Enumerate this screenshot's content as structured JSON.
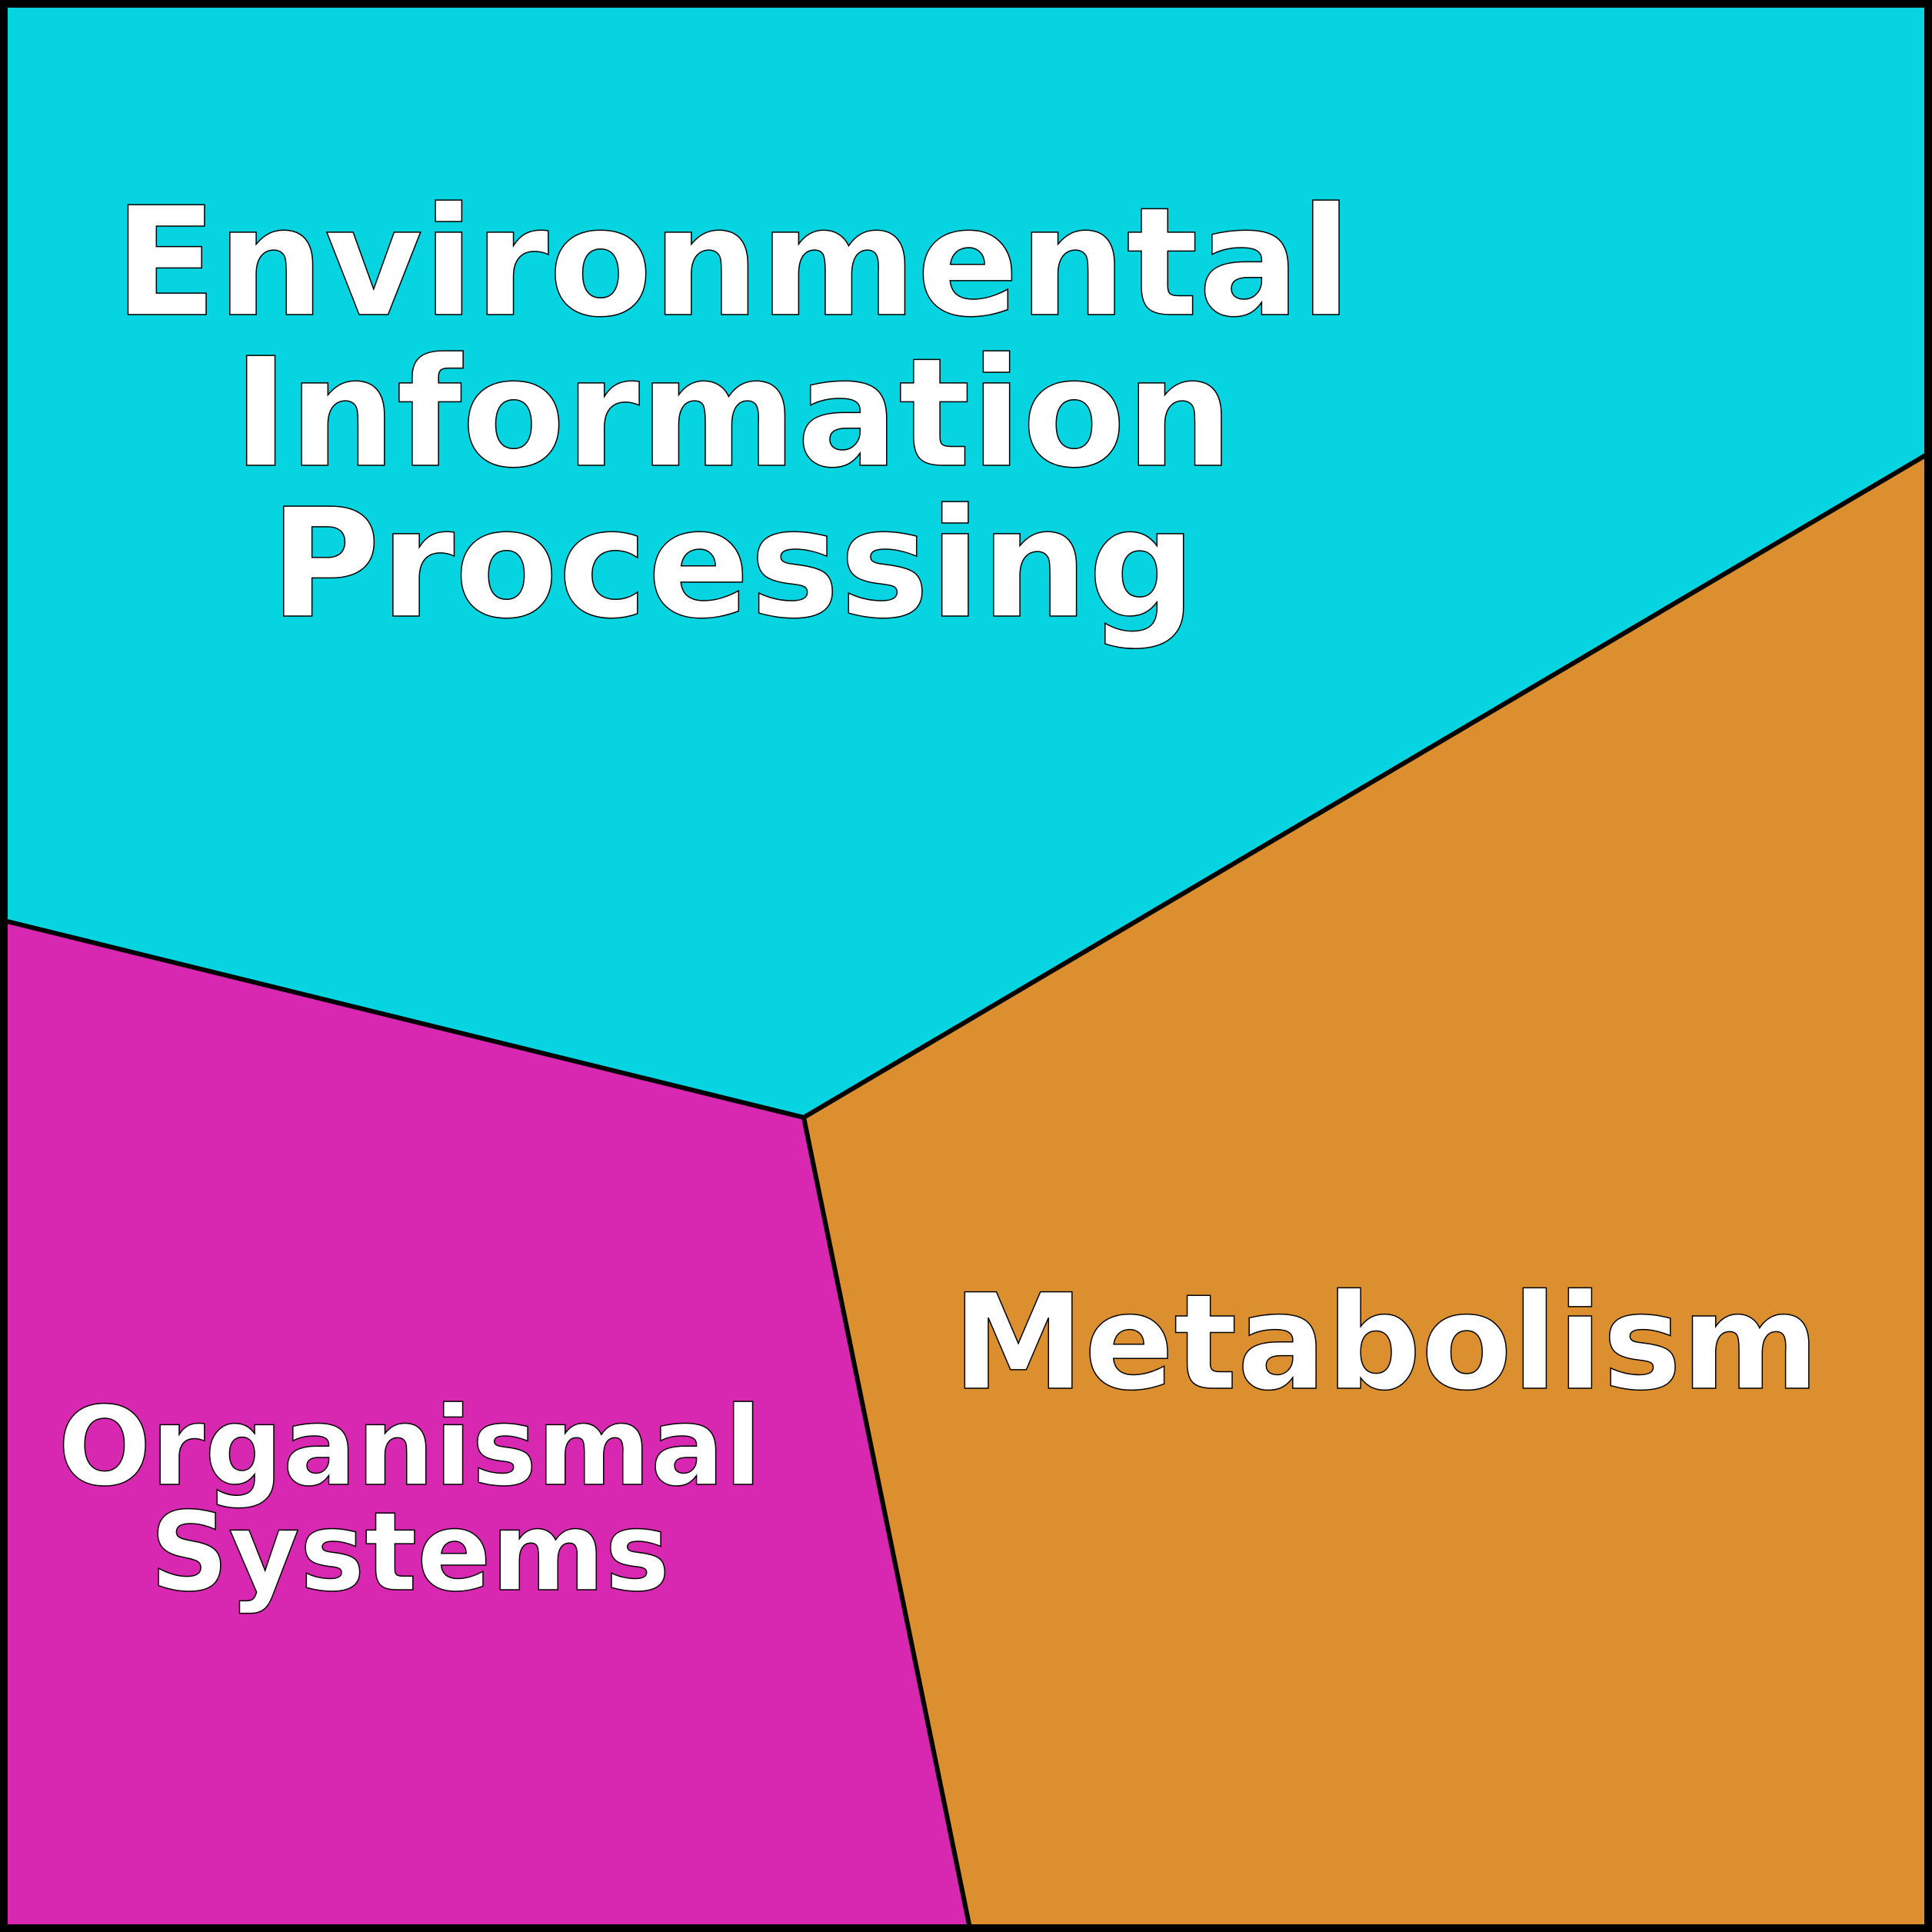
{
  "diagram": {
    "type": "voronoi-treemap",
    "regions": [
      {
        "name": "environmental-information-processing",
        "lines": [
          "Environmental",
          "Information",
          "Processing"
        ],
        "color": "#06d4e0"
      },
      {
        "name": "metabolism",
        "lines": [
          "Metabolism"
        ],
        "color": "#db8f2e"
      },
      {
        "name": "organismal-systems",
        "lines": [
          "Organismal",
          "Systems"
        ],
        "color": "#d827b0"
      }
    ]
  }
}
